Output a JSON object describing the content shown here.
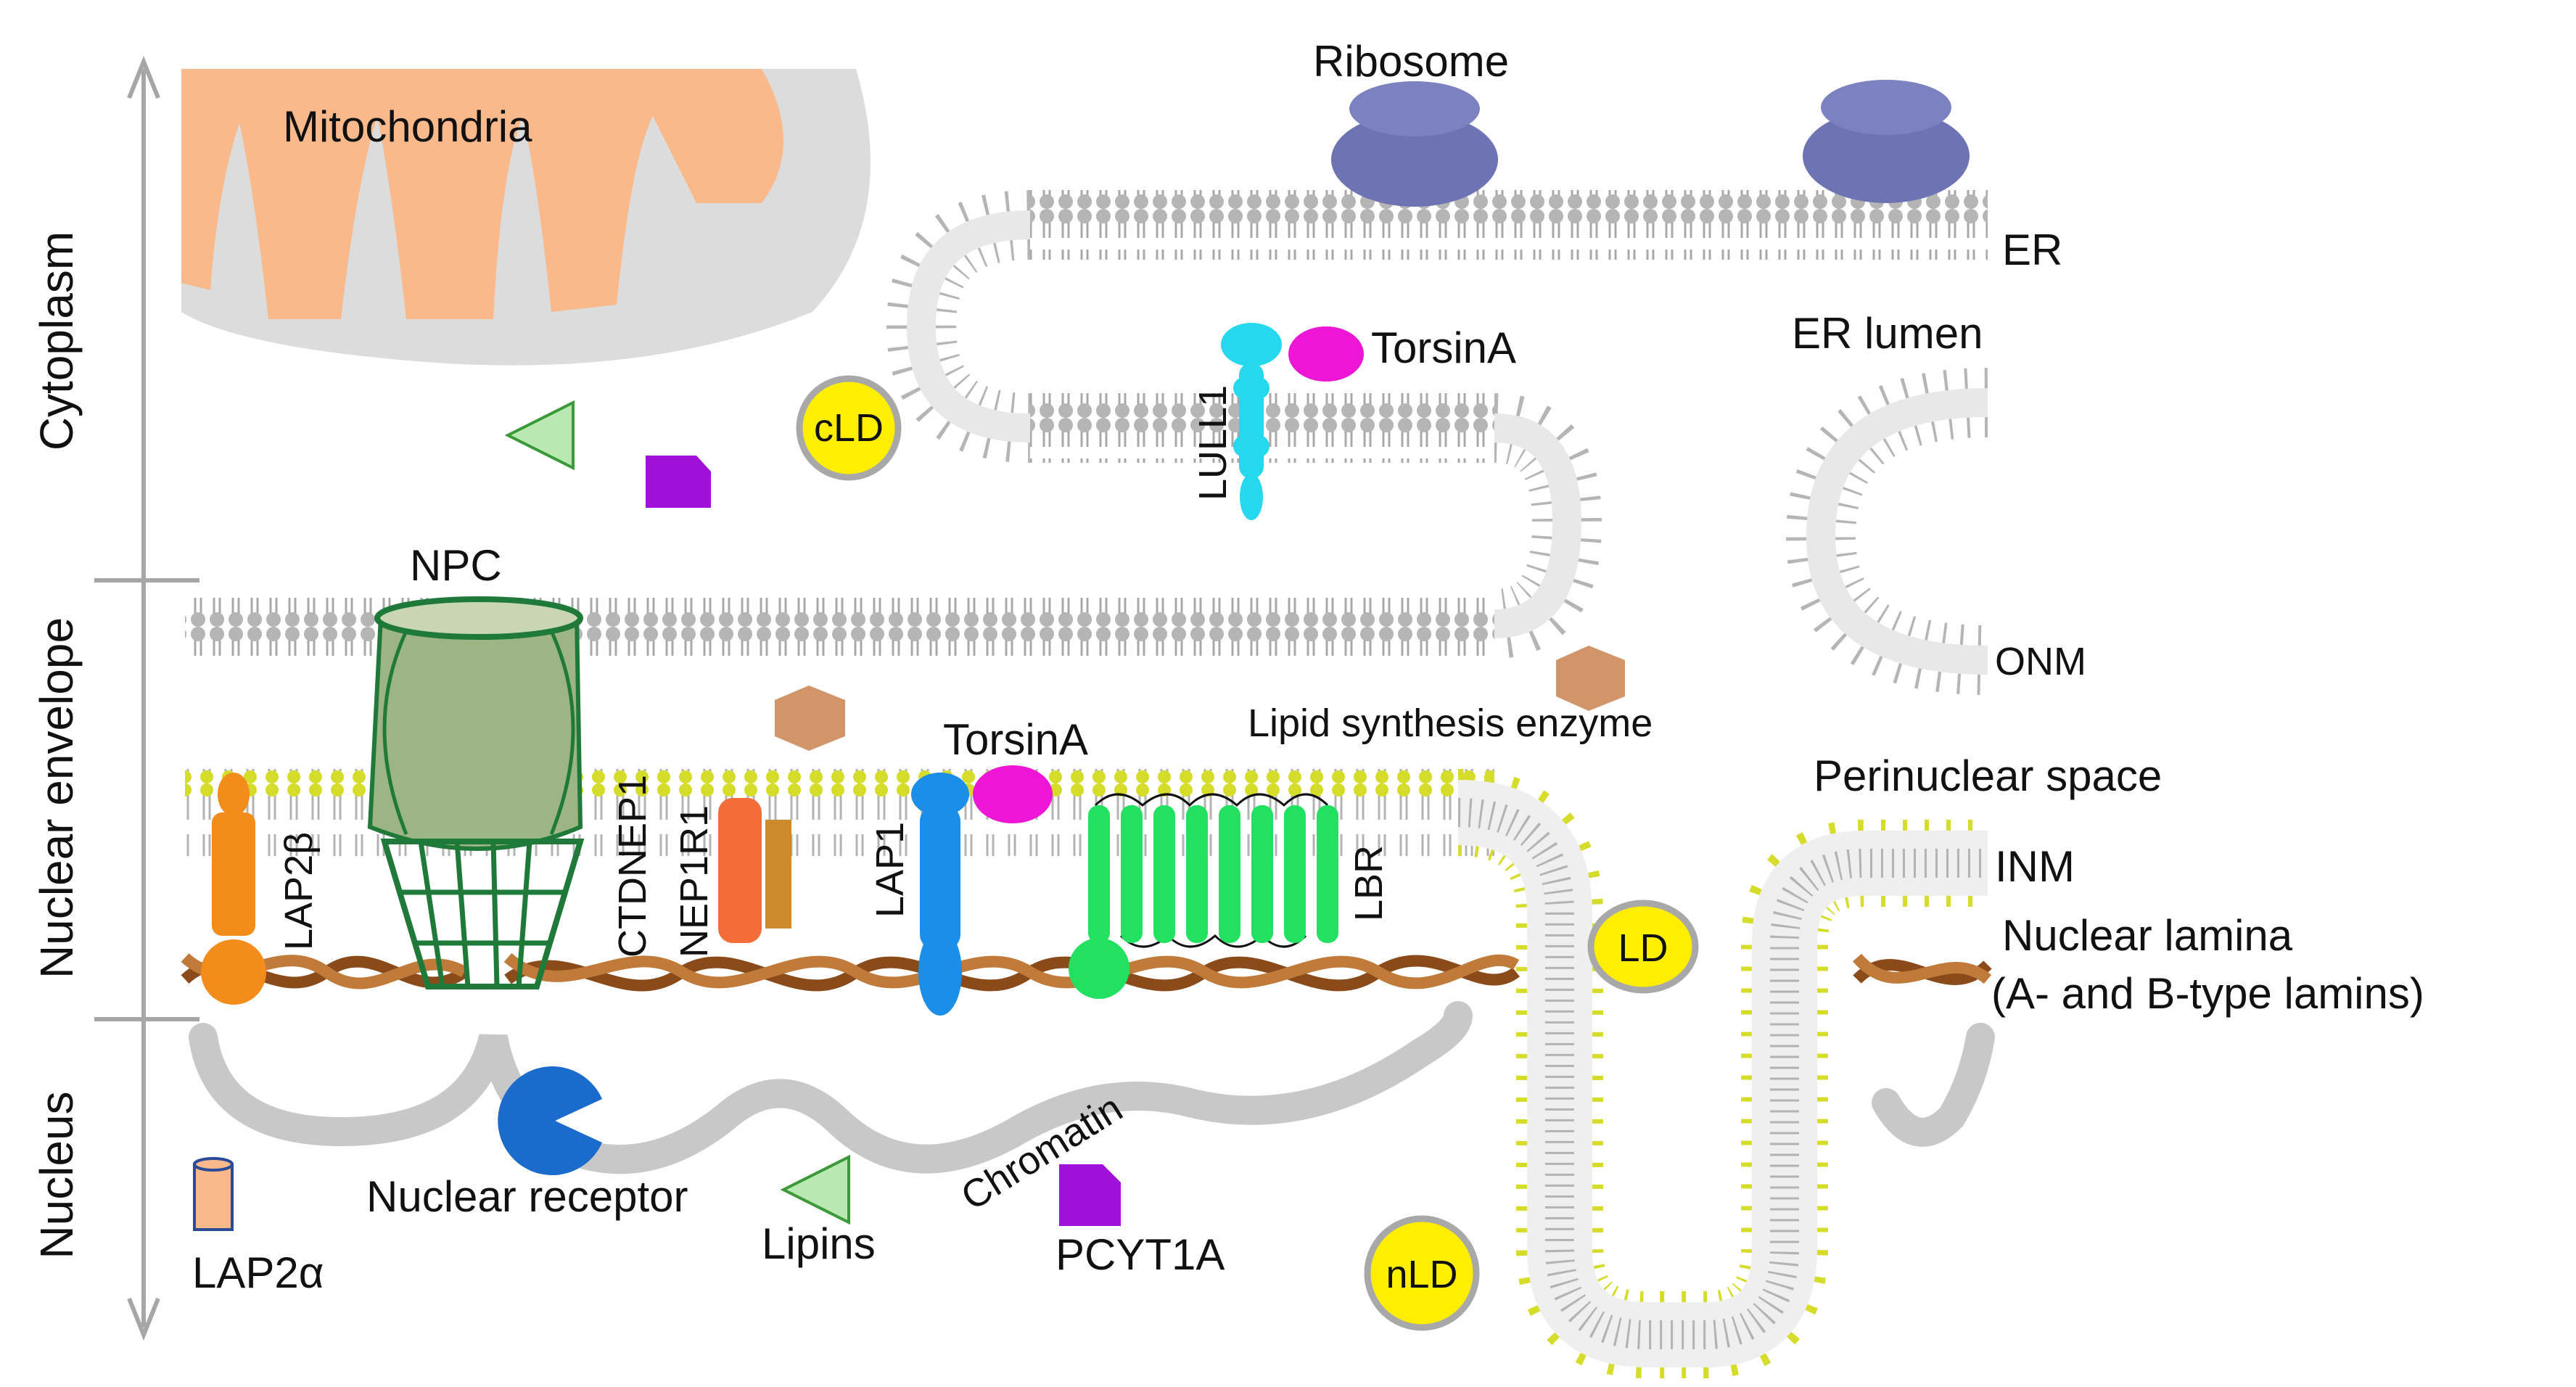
{
  "axis": {
    "regions": [
      "Cytoplasm",
      "Nuclear envelope",
      "Nucleus"
    ]
  },
  "labels": {
    "mitochondria": "Mitochondria",
    "ribosome": "Ribosome",
    "er": "ER",
    "er_lumen": "ER lumen",
    "torsinA_er": "TorsinA",
    "lull1": "LULL1",
    "cld": "cLD",
    "npc": "NPC",
    "onm": "ONM",
    "lipid_enzyme": "Lipid synthesis enzyme",
    "perinuclear": "Perinuclear space",
    "torsinA_ne": "TorsinA",
    "lap2b": "LAP2β",
    "ctdnep1": "CTDNEP1",
    "nep1r1": "NEP1R1",
    "lap1": "LAP1",
    "lbr": "LBR",
    "inm": "INM",
    "lamina_1": "Nuclear lamina",
    "lamina_2": "(A- and B-type lamins)",
    "ld": "LD",
    "nld": "nLD",
    "chromatin": "Chromatin",
    "nuclear_receptor": "Nuclear receptor",
    "lipins": "Lipins",
    "pcyt1a": "PCYT1A",
    "lap2a": "LAP2α"
  },
  "colors": {
    "membrane_head": "#b5b5b5",
    "membrane_inner_head": "#d6dc2a",
    "ribosome": "#6e73b4",
    "mitochondria_inner": "#f9b98a",
    "mitochondria_outer": "#d9d9d9",
    "npc": "#1f7a3a",
    "torsinA": "#ee16d6",
    "lull1": "#26d8ee",
    "lap1": "#1a8ee8",
    "lbr": "#22e060",
    "lap2b": "#f28c1a",
    "ctdnep1": "#f26d3a",
    "nep1r1": "#cc8a2a",
    "enzyme": "#d2956a",
    "lipins": "#7fd47f",
    "pcyt1a": "#a010d8",
    "nuclear_receptor": "#1a6bcc",
    "lamin_dark": "#8a4a1a",
    "lamin_light": "#c07a3a",
    "lipid_droplet": "#ffee00",
    "chromatin": "#c8c8c8"
  }
}
